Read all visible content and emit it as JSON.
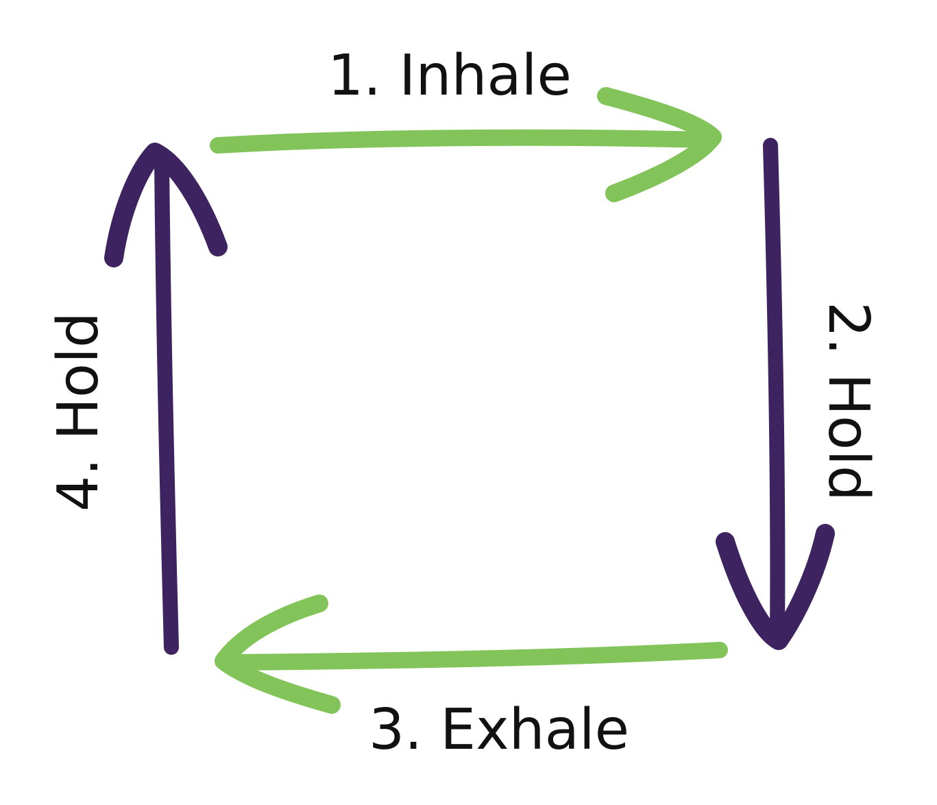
{
  "steps": [
    {
      "label": "1. Inhale"
    },
    {
      "label": "2. Hold"
    },
    {
      "label": "3. Exhale"
    },
    {
      "label": "4. Hold"
    }
  ],
  "colors": {
    "inhale_exhale": "#82c45a",
    "hold": "#3d2460",
    "text": "#111111",
    "background": "#ffffff"
  }
}
